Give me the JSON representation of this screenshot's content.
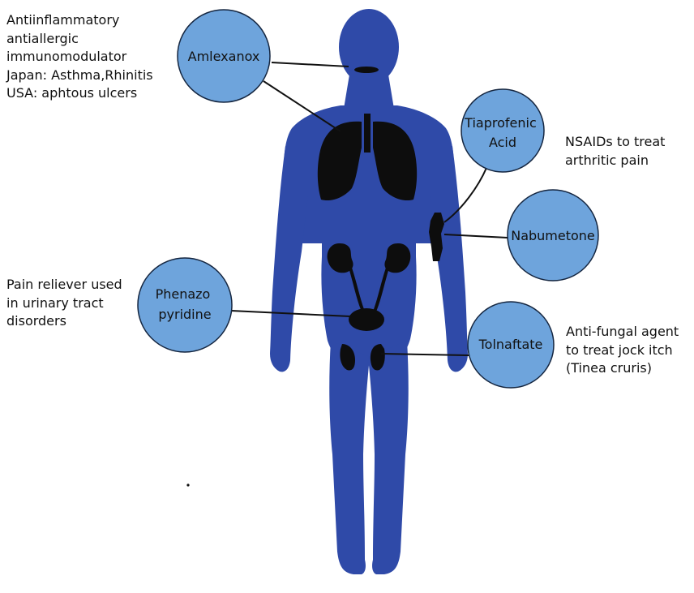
{
  "colors": {
    "body": "#2f4aa8",
    "organ": "#0d0d0d",
    "bubble_fill": "#6ea4dc",
    "bubble_stroke": "#152640",
    "leader": "#111111",
    "text": "#111111"
  },
  "drugs": [
    {
      "id": "amlexanox",
      "lines": [
        "Amlexanox"
      ],
      "target_organ": "mouth"
    },
    {
      "id": "tiaprofenic",
      "lines": [
        "Tiaprofenic",
        "Acid"
      ],
      "target_organ": "joint"
    },
    {
      "id": "nabumetone",
      "lines": [
        "Nabumetone"
      ],
      "target_organ": "joint"
    },
    {
      "id": "phenazopyridine",
      "lines": [
        "Phenazo",
        "pyridine"
      ],
      "target_organ": "bladder"
    },
    {
      "id": "tolnaftate",
      "lines": [
        "Tolnaftate"
      ],
      "target_organ": "groin"
    }
  ],
  "annotations": {
    "amlexanox": [
      "Antiinflammatory",
      "antiallergic",
      "immunomodulator",
      "Japan: Asthma,Rhinitis",
      "USA: aphtous ulcers"
    ],
    "nsaids": [
      "NSAIDs to treat",
      "arthritic pain"
    ],
    "phenazopyridine": [
      "Pain reliever used",
      "in urinary tract",
      "disorders"
    ],
    "tolnaftate": [
      "Anti-fungal agent",
      "to treat jock itch",
      "(Tinea cruris)"
    ]
  }
}
